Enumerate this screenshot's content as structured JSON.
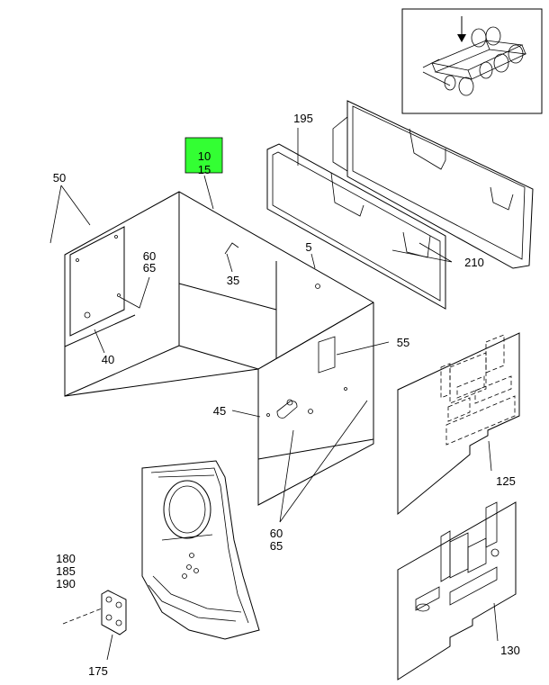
{
  "highlight": {
    "color": "#33ff33",
    "lines": [
      "10",
      "15"
    ]
  },
  "callouts": {
    "c195": "195",
    "c50": "50",
    "c60a": "60",
    "c65a": "65",
    "c40": "40",
    "c35": "35",
    "c5": "5",
    "c210": "210",
    "c55": "55",
    "c45": "45",
    "c60b": "60",
    "c65b": "65",
    "c125": "125",
    "c180": "180",
    "c185": "185",
    "c190": "190",
    "c175": "175",
    "c130": "130"
  }
}
